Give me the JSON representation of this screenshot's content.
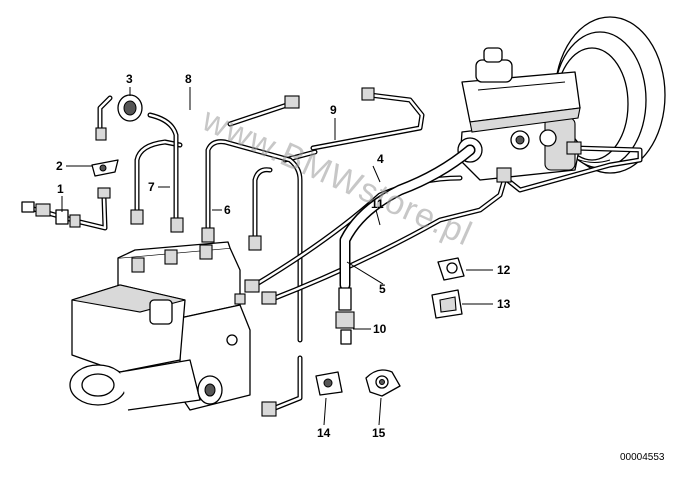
{
  "diagram": {
    "callouts": [
      "1",
      "2",
      "3",
      "4",
      "5",
      "6",
      "7",
      "8",
      "9",
      "10",
      "11",
      "12",
      "13",
      "14",
      "15"
    ],
    "watermark": "www.BMWstore.pl",
    "reference_number": "00004553"
  }
}
